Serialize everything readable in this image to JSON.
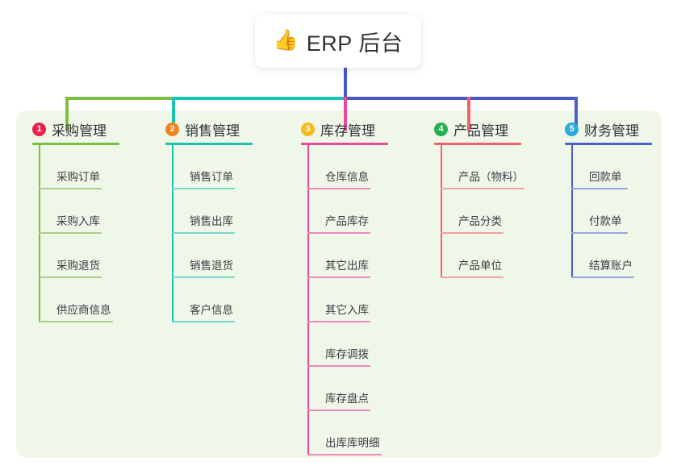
{
  "root": {
    "icon": "thumbs-up-icon",
    "emoji": "👍",
    "title": "ERP 后台"
  },
  "palette": {
    "panel_bg": "#eef7e8",
    "page_bg": "#ffffff",
    "trunk": "#4a57c4",
    "text": "#2f3237"
  },
  "columns": [
    {
      "index": "1",
      "title": "采购管理",
      "badge_color": "#e8224a",
      "line_color": "#7cc043",
      "leaf_line_color": "#a9d183",
      "items": [
        {
          "label": "采购订单",
          "width": 78
        },
        {
          "label": "采购入库",
          "width": 78
        },
        {
          "label": "采购退货",
          "width": 78
        },
        {
          "label": "供应商信息",
          "width": 92
        }
      ]
    },
    {
      "index": "2",
      "title": "销售管理",
      "badge_color": "#f5821f",
      "line_color": "#18c4b0",
      "leaf_line_color": "#79d8cd",
      "items": [
        {
          "label": "销售订单",
          "width": 78
        },
        {
          "label": "销售出库",
          "width": 78
        },
        {
          "label": "销售退货",
          "width": 78
        },
        {
          "label": "客户信息",
          "width": 78
        }
      ]
    },
    {
      "index": "3",
      "title": "库存管理",
      "badge_color": "#f5bc1f",
      "line_color": "#ec4899",
      "leaf_line_color": "#ef87bb",
      "items": [
        {
          "label": "仓库信息",
          "width": 78
        },
        {
          "label": "产品库存",
          "width": 78
        },
        {
          "label": "其它出库",
          "width": 78
        },
        {
          "label": "其它入库",
          "width": 78
        },
        {
          "label": "库存调拨",
          "width": 78
        },
        {
          "label": "库存盘点",
          "width": 78
        },
        {
          "label": "出库库明细",
          "width": 92
        }
      ]
    },
    {
      "index": "4",
      "title": "产品管理",
      "badge_color": "#22b14c",
      "line_color": "#f4616c",
      "leaf_line_color": "#f5a0a4",
      "items": [
        {
          "label": "产品（物料）",
          "width": 104
        },
        {
          "label": "产品分类",
          "width": 78
        },
        {
          "label": "产品单位",
          "width": 78
        }
      ]
    },
    {
      "index": "5",
      "title": "财务管理",
      "badge_color": "#29abe2",
      "line_color": "#4a62c8",
      "leaf_line_color": "#94a6e0",
      "items": [
        {
          "label": "回款单",
          "width": 70
        },
        {
          "label": "付款单",
          "width": 70
        },
        {
          "label": "结算账户",
          "width": 78
        }
      ]
    }
  ]
}
